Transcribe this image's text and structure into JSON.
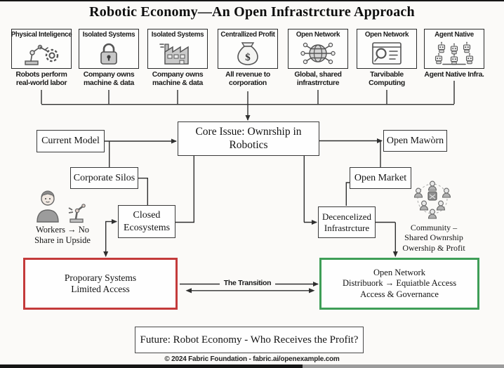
{
  "title": "Robotic Economy—An Open Infrastrcture Approach",
  "top_row": [
    {
      "label": "Physical Inteligence",
      "icon": "robot-arm-icon",
      "caption": "Robots perform\nreal-world labor"
    },
    {
      "label": "Isolated Systems",
      "icon": "padlock-icon",
      "caption": "Company owns\nmachine & data"
    },
    {
      "label": "Isolated Systems",
      "icon": "factory-icon",
      "caption": "Company owns\nmachine & data"
    },
    {
      "label": "Centrallized Profit",
      "icon": "money-bag-icon",
      "icon_glyph": "$",
      "caption": "All revenue to\ncorporation"
    },
    {
      "label": "Open Network",
      "icon": "globe-network-icon",
      "caption": "Global, shared\ninfrastrrcture"
    },
    {
      "label": "Open Network",
      "icon": "search-window-icon",
      "caption": "Tarvibable\nComputing"
    },
    {
      "label": "Agent Native",
      "icon": "agent-robots-icon",
      "caption": "Agent Native Infra."
    }
  ],
  "flow": {
    "core_issue": "Core Issue: Ownrship in\nRobotics",
    "current_model": "Current Model",
    "corporate_silos": "Corporate Silos",
    "closed_ecosystems": "Closed\nEcosystems",
    "open_maworn": "Open Mawòrn",
    "open_market": "Open Market",
    "decentralized_infra": "Decencelized\nInfrastrcture",
    "workers_caption": "Workers → No\nShare in Upside",
    "community_caption": "Community –\nShared Ownrship\nOwership & Profit",
    "proprietary_box": "Proporary Systems\nLimited Access",
    "open_network_box": "Open Network\nDistribuork → Equiatble Access\nAccess & Governance",
    "transition_label": "The Transition",
    "future_box": "Future: Robot Economy - Who Receives the Profit?"
  },
  "footer": "© 2024 Fabric Foundation - fabric.ai/openexample.com",
  "colors": {
    "proprietary_border": "#c43b3b",
    "open_border": "#3f9e57",
    "line": "#2f2f2f"
  }
}
